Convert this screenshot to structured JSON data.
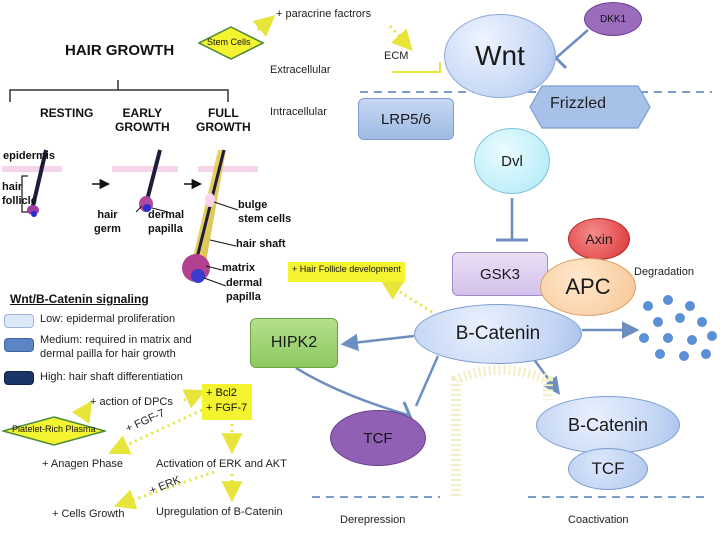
{
  "hair": {
    "title": "HAIR GROWTH",
    "stages": [
      "RESTING",
      "EARLY\nGROWTH",
      "FULL\nGROWTH"
    ],
    "labels": {
      "epidermis": "epidermis",
      "hair_follicle": "hair\nfollicle",
      "hair_germ": "hair\ngerm",
      "dermal_papilla": "dermal\npapilla",
      "bulge": "bulge\nstem cells",
      "hair_shaft": "hair shaft",
      "matrix": "matrix",
      "dermal_papilla2": "dermal\npapilla"
    }
  },
  "signaling": {
    "stem_cells": "Stem Cells",
    "paracrine": "+ paracrine factrors",
    "ecm": "ECM",
    "extracellular": "Extracellular",
    "intracellular": "Intracellular",
    "wnt": "Wnt",
    "dkk1": "DKK1",
    "lrp": "LRP5/6",
    "frizzled": "Frizzled",
    "dvl": "Dvl",
    "axin": "Axin",
    "gsk3": "GSK3",
    "apc": "APC",
    "degradation": "Degradation",
    "hair_follicle_dev": "+ Hair Follicle development",
    "bcatenin": "B-Catenin",
    "hipk2": "HIPK2",
    "tcf": "TCF",
    "bcatenin2": "B-Catenin",
    "tcf2": "TCF",
    "derepression": "Derepression",
    "coactivation": "Coactivation"
  },
  "legend": {
    "title": "Wnt/B-Catenin signaling",
    "items": [
      {
        "label": "Low: epidermal proliferation",
        "color": "#dde8f8"
      },
      {
        "label": "Medium: required in matrix and\ndermal pailla for hair growth",
        "color": "#5b84c4"
      },
      {
        "label": "High: hair shaft differentiation",
        "color": "#1b3566"
      }
    ]
  },
  "prp": {
    "source": "Platelet-Rich Plasma",
    "action_dpcs": "+ action of DPCs",
    "bcl2": "+ Bcl2",
    "fgf7": "+ FGF-7",
    "fgf7_arrow": "+ FGF-7",
    "anagen": "+ Anagen Phase",
    "erk_akt": "Activation of ERK and AKT",
    "erk_arrow": "+ ERK",
    "cells_growth": "+ Cells Growth",
    "upregulation": "Upregulation of B-Catenin"
  }
}
